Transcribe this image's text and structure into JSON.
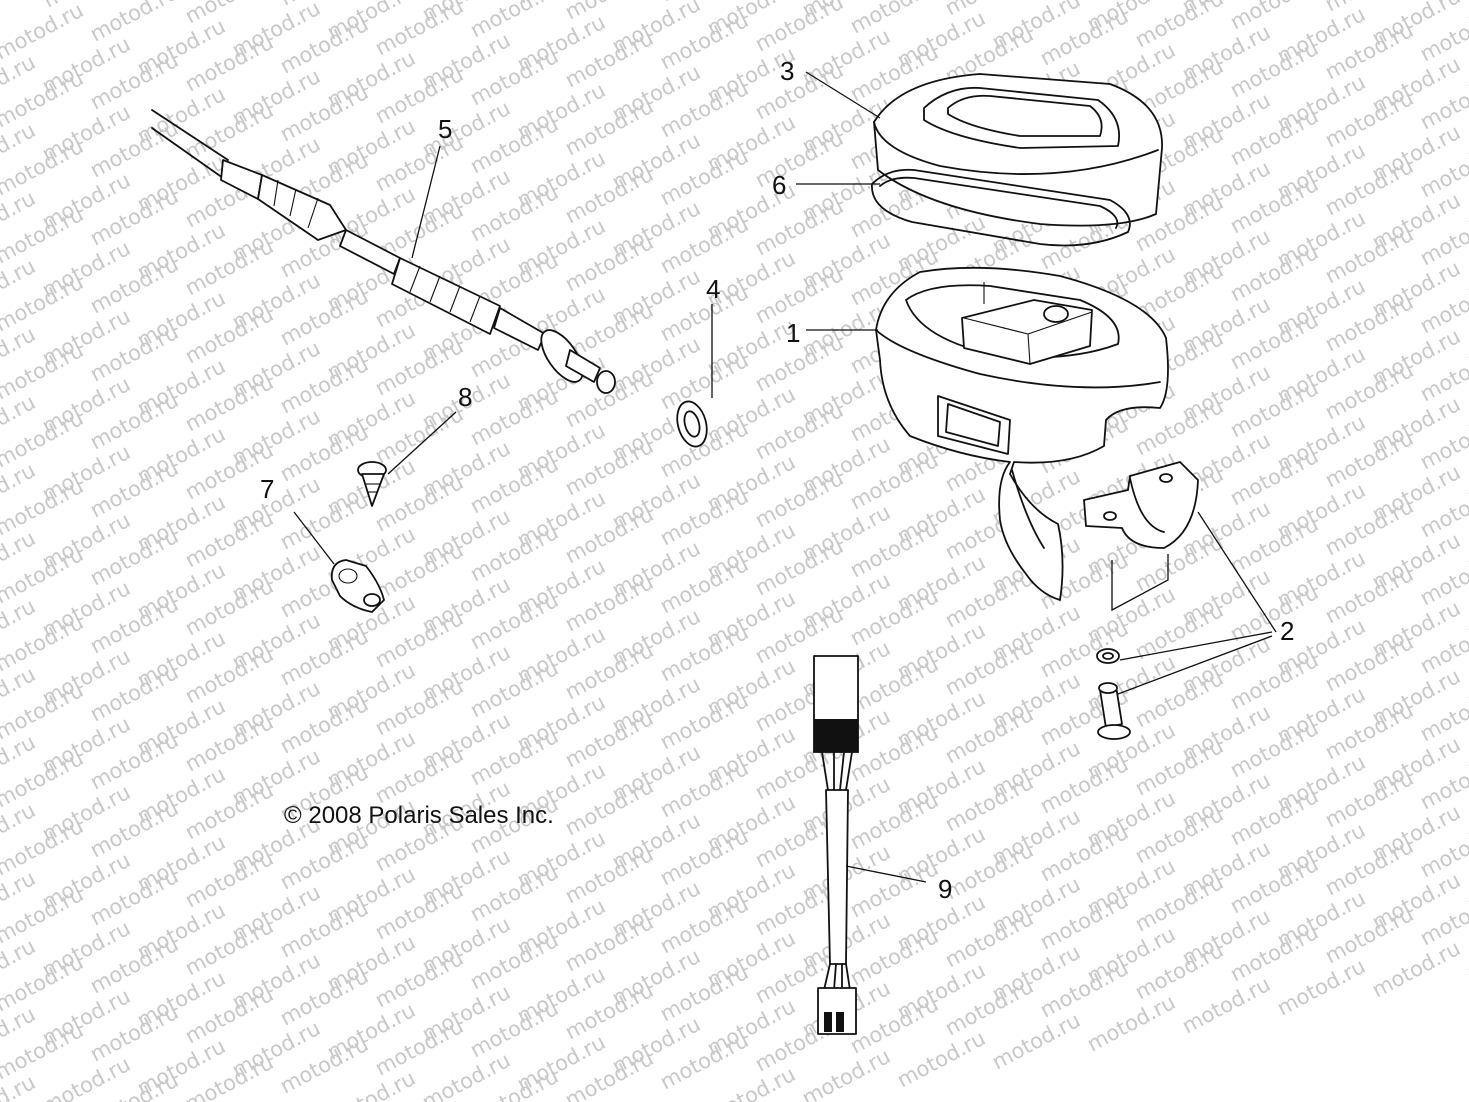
{
  "watermark": {
    "text": "motod.ru"
  },
  "copyright": "© 2008 Polaris Sales Inc.",
  "callouts": [
    {
      "id": "callout-1",
      "label": "1"
    },
    {
      "id": "callout-2",
      "label": "2"
    },
    {
      "id": "callout-3",
      "label": "3"
    },
    {
      "id": "callout-4",
      "label": "4"
    },
    {
      "id": "callout-5",
      "label": "5"
    },
    {
      "id": "callout-6",
      "label": "6"
    },
    {
      "id": "callout-7",
      "label": "7"
    },
    {
      "id": "callout-8",
      "label": "8"
    },
    {
      "id": "callout-9",
      "label": "9"
    }
  ],
  "parts": [
    {
      "id": "throttle-housing",
      "callout": "1"
    },
    {
      "id": "clamp-and-screw-kit",
      "callout": "2"
    },
    {
      "id": "housing-cover",
      "callout": "3"
    },
    {
      "id": "washer",
      "callout": "4"
    },
    {
      "id": "throttle-cable",
      "callout": "5"
    },
    {
      "id": "cover-seal",
      "callout": "6"
    },
    {
      "id": "cable-clamp",
      "callout": "7"
    },
    {
      "id": "push-rivet",
      "callout": "8"
    },
    {
      "id": "wiring-harness",
      "callout": "9"
    }
  ]
}
